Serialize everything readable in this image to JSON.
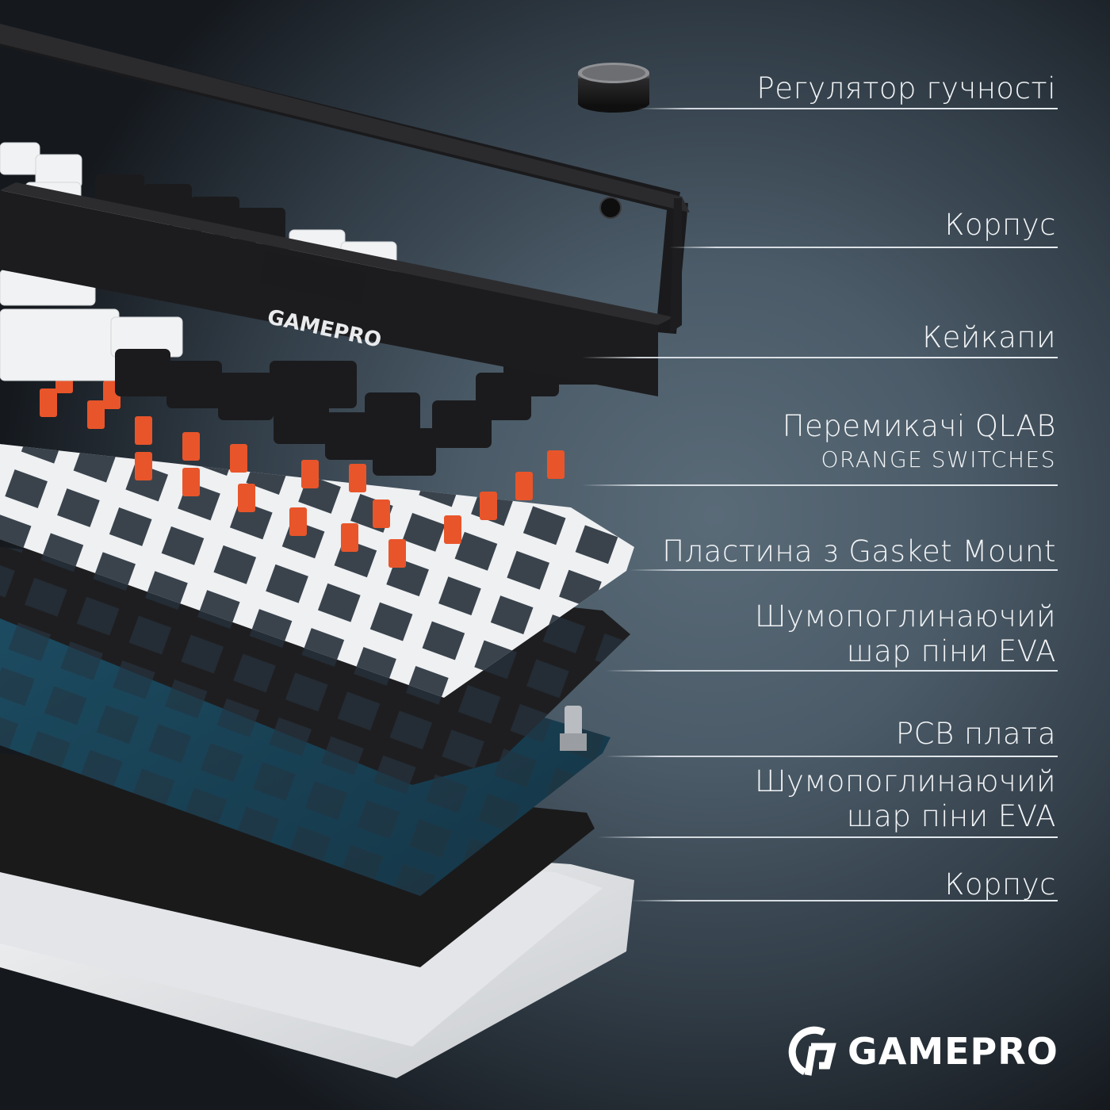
{
  "labels": [
    {
      "id": "volume-knob",
      "text": "Регулятор гучності"
    },
    {
      "id": "top-case",
      "text": "Корпус"
    },
    {
      "id": "keycaps",
      "text": "Кейкапи"
    },
    {
      "id": "switches",
      "text": "Перемикачі QLAB",
      "sub": "ORANGE SWITCHES"
    },
    {
      "id": "plate",
      "text": "Пластина з Gasket Mount"
    },
    {
      "id": "foam-top",
      "text": "Шумопоглинаючий",
      "sub": "шар піни EVA"
    },
    {
      "id": "pcb",
      "text": "PCB плата"
    },
    {
      "id": "foam-bottom",
      "text": "Шумопоглинаючий",
      "sub": "шар піни EVA"
    },
    {
      "id": "bottom-case",
      "text": "Корпус"
    }
  ],
  "keyboard_logo": "GAMEPRO",
  "brand": {
    "name": "GAMEPRO",
    "icon": "gamepro-logo-icon"
  },
  "colors": {
    "switch_orange": "#e8552a",
    "frame_black": "#1c1c1e",
    "pcb_blue": "#1f4a5e",
    "keycap_white": "#f1f2f3",
    "label_text": "#f2f4f6"
  }
}
